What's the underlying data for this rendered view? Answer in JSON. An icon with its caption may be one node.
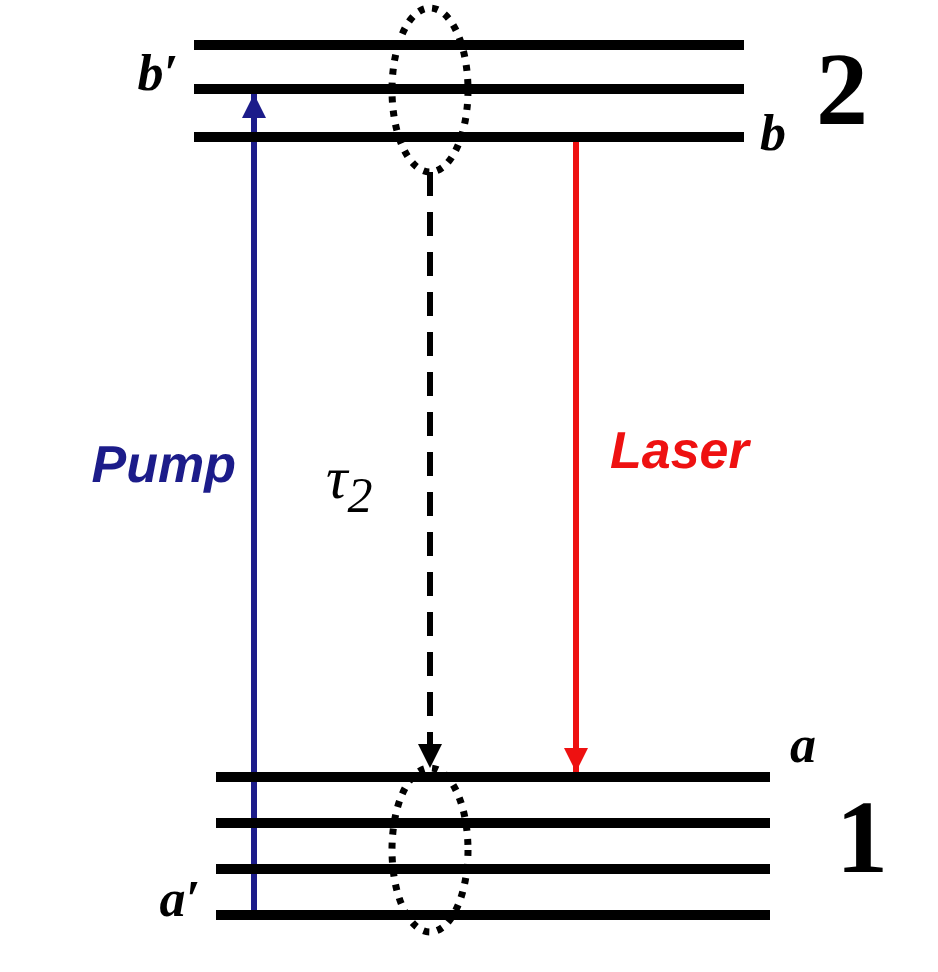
{
  "diagram": {
    "nodes": [
      {
        "text": [],
        "shape": "bar"
      },
      {
        "text": [
          "b′"
        ]
      },
      {
        "text": [
          "b"
        ]
      },
      {
        "text": [],
        "shape": "ellipse"
      },
      {
        "text": [
          "a"
        ]
      },
      {
        "text": [],
        "shape": "bar"
      },
      {
        "text": [],
        "shape": "bar"
      },
      {
        "text": [
          "a′"
        ]
      },
      {
        "text": [],
        "shape": "ellipse"
      }
    ],
    "edges": [
      {
        "from": 7,
        "to": 1,
        "arrow": "to",
        "label": "Pump",
        "color": "#1c1c8a"
      },
      {
        "from": 3,
        "to": 8,
        "arrow": "to",
        "label": "τ$_{2}$",
        "style": "dashed",
        "color": "#000000"
      },
      {
        "from": 2,
        "to": 4,
        "arrow": "to",
        "label": "Laser",
        "color": "#ee1111"
      }
    ],
    "labels": [
      "2",
      "1"
    ]
  }
}
